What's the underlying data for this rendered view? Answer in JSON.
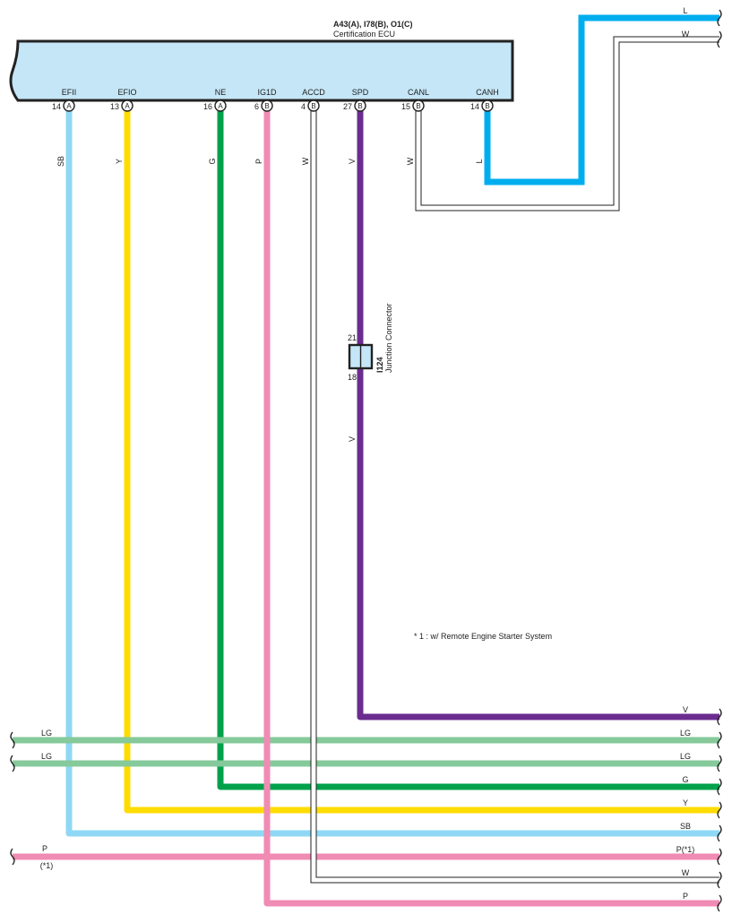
{
  "ecu": {
    "connectors": "A43(A), I78(B), O1(C)",
    "name": "Certification ECU",
    "fill": "#c5e6f7"
  },
  "pins": [
    {
      "id": "efii",
      "name": "EFII",
      "number": "14",
      "conn": "A",
      "wire": "SB"
    },
    {
      "id": "efio",
      "name": "EFIO",
      "number": "13",
      "conn": "A",
      "wire": "Y"
    },
    {
      "id": "ne",
      "name": "NE",
      "number": "16",
      "conn": "A",
      "wire": "G"
    },
    {
      "id": "ig1d",
      "name": "IG1D",
      "number": "6",
      "conn": "B",
      "wire": "P"
    },
    {
      "id": "accd",
      "name": "ACCD",
      "number": "4",
      "conn": "B",
      "wire": "W"
    },
    {
      "id": "spd",
      "name": "SPD",
      "number": "27",
      "conn": "B",
      "wire": "V"
    },
    {
      "id": "canl",
      "name": "CANL",
      "number": "15",
      "conn": "B",
      "wire": "W"
    },
    {
      "id": "canh",
      "name": "CANH",
      "number": "14",
      "conn": "B",
      "wire": "L"
    }
  ],
  "junction": {
    "id": "I124",
    "name": "Junction Connector",
    "pin_in": "21",
    "pin_out": "18",
    "wire_below": "V"
  },
  "top_right_wires": {
    "upper": "L",
    "lower": "W"
  },
  "note": "* 1 : w/ Remote Engine Starter System",
  "bottom_wires": {
    "v_right": "V",
    "lg1_left": "LG",
    "lg1_right": "LG",
    "lg2_left": "LG",
    "lg2_right": "LG",
    "g_right": "G",
    "y_right": "Y",
    "sb_right": "SB",
    "p_left": "P",
    "p_left_note": "(*1)",
    "p_right": "P(*1)",
    "w_right": "W",
    "p2_right": "P"
  },
  "colors": {
    "SB": "#8fd8f5",
    "Y": "#ffdc00",
    "G": "#00a14b",
    "P": "#f08bb4",
    "V": "#6b2c8f",
    "L": "#00aeef",
    "LG": "#86c99a",
    "W": "#ffffff",
    "outline": "#222222"
  }
}
